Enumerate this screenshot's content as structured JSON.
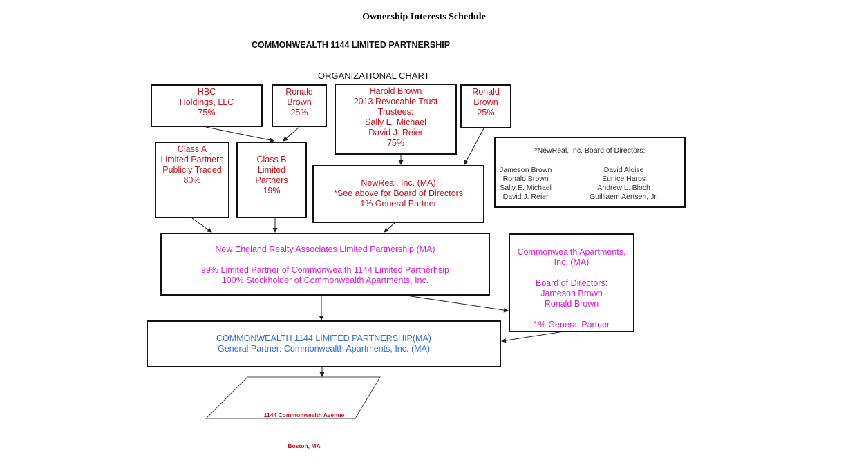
{
  "header": {
    "schedule_title": "Ownership Interests Schedule",
    "entity_title": "COMMONWEALTH 1144 LIMITED PARTNERSHIP",
    "chart_title": "ORGANIZATIONAL CHART"
  },
  "colors": {
    "owner_text": "#c0141e",
    "partnership_text": "#d61ad6",
    "entity_text": "#2f6fd6",
    "border": "#111111"
  },
  "nodes": {
    "hbc": {
      "lines": [
        "HBC",
        "Holdings, LLC",
        "75%"
      ]
    },
    "ronald_brown_a": {
      "lines": [
        "Ronald",
        "Brown",
        "25%"
      ]
    },
    "harold_trust": {
      "lines": [
        "Harold Brown",
        "2013 Revocable Trust",
        "Trustees:",
        "Sally E. Michael",
        "David J. Reier",
        "75%"
      ]
    },
    "ronald_brown_b": {
      "lines": [
        "Ronald",
        "Brown",
        "25%"
      ]
    },
    "class_a": {
      "lines": [
        "Class A",
        "Limited Partners",
        "Publicly Traded",
        "80%"
      ]
    },
    "class_b": {
      "lines": [
        "Class B",
        "Limited",
        "Partners",
        "19%"
      ]
    },
    "newreal": {
      "lines": [
        "NewReal, Inc. (MA)",
        "*See above for Board of Directors",
        "1% General Partner"
      ]
    },
    "board": {
      "title": "*NewReal, Inc. Board of Directors:",
      "left": [
        "Jameson Brown",
        "Ronald Brown",
        "Sally E. Michael",
        "David J. Reier"
      ],
      "right": [
        "David Aloise",
        "Eunice Harps",
        "Andrew L. Bloch",
        "Guilliaem Aertsen, Jr."
      ]
    },
    "nera": {
      "lines": [
        "New England Realty Associates Limited Partnership (MA)",
        "",
        "99% Limited Partner of Commonwealth 1144 Limited Partnerhsip",
        "100% Stockholder of Commonwealth Apartments, Inc."
      ]
    },
    "commonwealth_apts": {
      "lines": [
        "Commonwealth Apartments,",
        "Inc. (MA)",
        "",
        "Board of Directors:",
        "Jameson Brown",
        "Ronald Brown",
        "",
        "1% General Partner"
      ]
    },
    "cw1144": {
      "lines": [
        "COMMONWEALTH 1144 LIMITED PARTNERSHIP(MA)",
        "General Partner: Commonwealth Apartments, Inc. (MA)"
      ]
    },
    "property": {
      "lines": [
        "1144 Commonwealth Avenue",
        "Boston, MA"
      ]
    }
  }
}
